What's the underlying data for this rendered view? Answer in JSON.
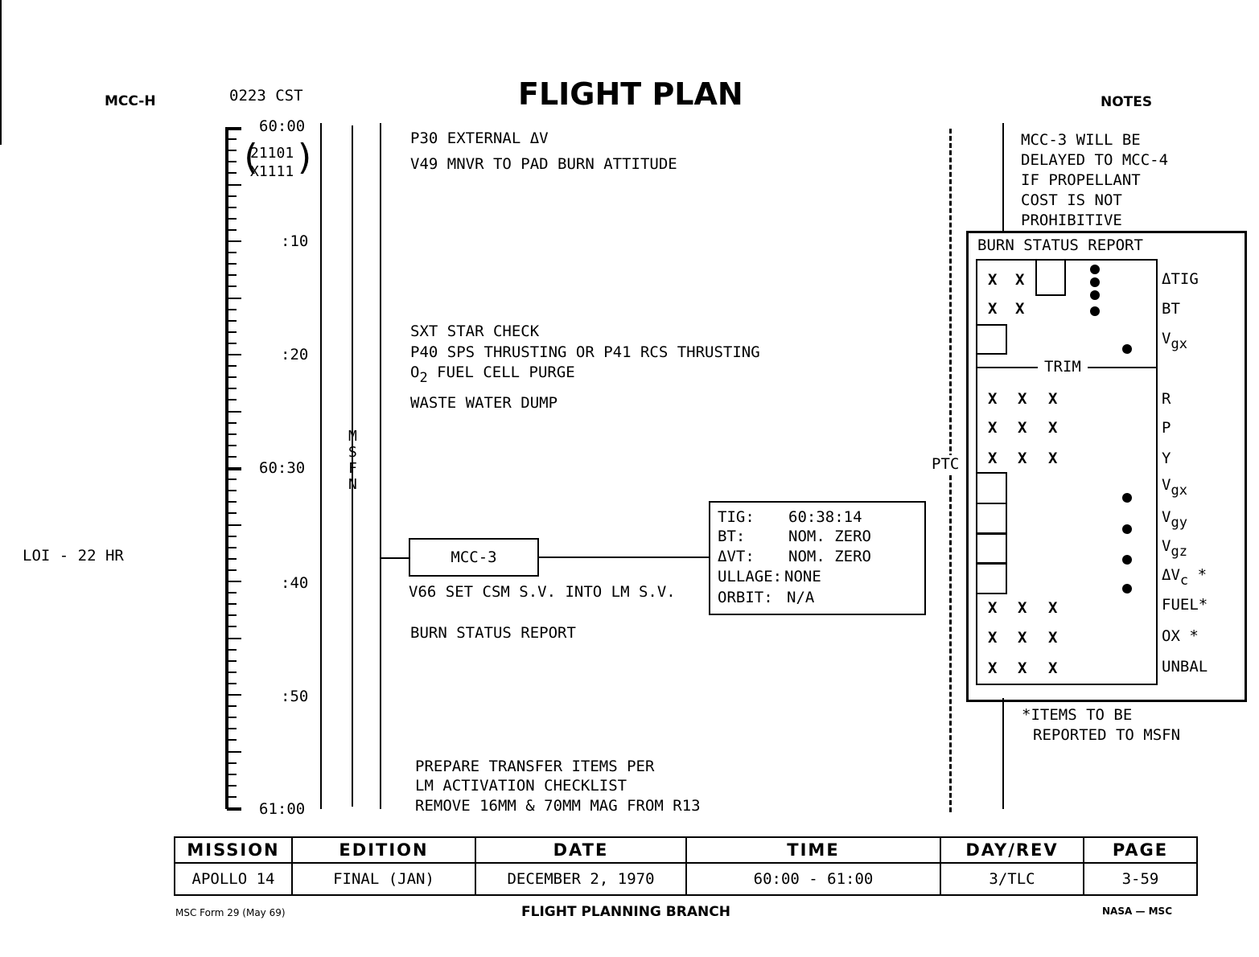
{
  "header": {
    "left": "MCC-H",
    "time": "0223 CST",
    "title": "FLIGHT PLAN",
    "notes": "NOTES"
  },
  "timeline": {
    "labels": [
      "60:00",
      ":10",
      ":20",
      "60:30",
      ":40",
      ":50",
      "61:00"
    ],
    "code_line1": "21101",
    "code_line2": "X1111",
    "station": [
      "M",
      "S",
      "F",
      "N"
    ]
  },
  "side_note": "LOI - 22 HR",
  "activities": {
    "a1": "P30 EXTERNAL ΔV",
    "a2": "V49 MNVR TO PAD BURN ATTITUDE",
    "a3": "SXT STAR CHECK",
    "a4": "P40 SPS THRUSTING OR P41 RCS THRUSTING",
    "a5_pre": "O",
    "a5_sub": "2",
    "a5_post": " FUEL CELL PURGE",
    "a6": "WASTE WATER DUMP",
    "event": "MCC-3",
    "a7": "V66 SET CSM S.V. INTO LM S.V.",
    "a8": "BURN STATUS REPORT",
    "a9": "PREPARE TRANSFER ITEMS PER",
    "a10": "LM ACTIVATION CHECKLIST",
    "a11": "REMOVE 16MM & 70MM MAG FROM R13"
  },
  "pad": {
    "rows": [
      [
        "TIG:",
        "60:38:14"
      ],
      [
        " BT:",
        "NOM. ZERO"
      ],
      [
        "ΔVT:",
        "NOM. ZERO"
      ],
      [
        "ULLAGE:",
        "NONE"
      ],
      [
        "ORBIT:",
        "N/A"
      ]
    ]
  },
  "attitude": "PTC",
  "notes": {
    "lines": [
      "MCC-3 WILL BE",
      "DELAYED TO MCC-4",
      "IF PROPELLANT",
      "COST IS NOT",
      "PROHIBITIVE"
    ],
    "footnote1": "*ITEMS TO BE",
    "footnote2": "REPORTED TO MSFN"
  },
  "burn_report": {
    "title": "BURN STATUS REPORT",
    "trim": "TRIM",
    "x": "X",
    "labels": {
      "dtig": "ΔTIG",
      "bt": "BT",
      "vgx1": "V",
      "vgx1s": "gx",
      "r": "R",
      "p": "P",
      "y": "Y",
      "vgx2": "V",
      "vgx2s": "gx",
      "vgy": "V",
      "vgys": "gy",
      "vgz": "V",
      "vgzs": "gz",
      "dvc": "ΔV",
      "dvcs": "c",
      "dvca": " *",
      "fuel": "FUEL*",
      "ox": "OX *",
      "unbal": "UNBAL"
    }
  },
  "footer_table": {
    "headers": [
      "MISSION",
      "EDITION",
      "DATE",
      "TIME",
      "DAY/REV",
      "PAGE"
    ],
    "values": [
      "APOLLO 14",
      "FINAL (JAN)",
      "DECEMBER 2, 1970",
      "60:00 - 61:00",
      "3/TLC",
      "3-59"
    ]
  },
  "footer": {
    "form": "MSC Form 29 (May 69)",
    "branch": "FLIGHT PLANNING BRANCH",
    "agency": "NASA — MSC"
  }
}
